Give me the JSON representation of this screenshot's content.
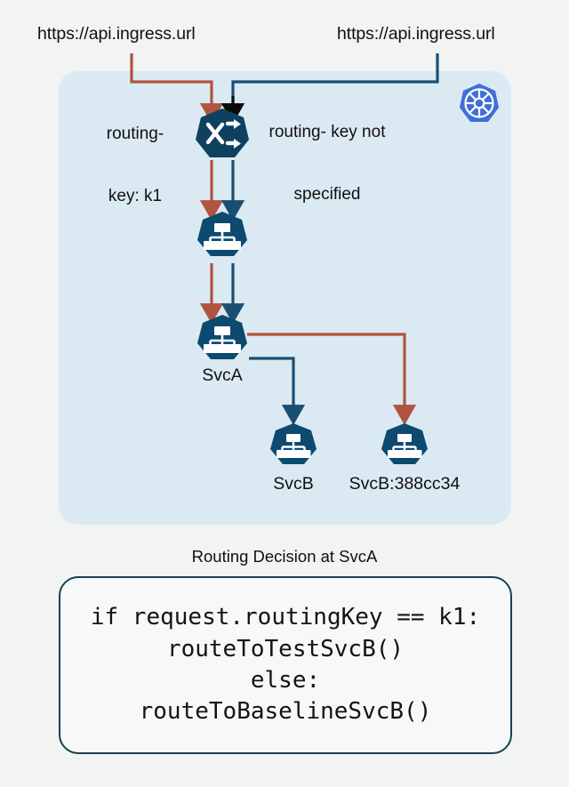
{
  "diagram": {
    "title_section": "Routing Decision at SvcA",
    "colors": {
      "cluster_panel": "#dbe9f2",
      "page_background": "#f2f3f3",
      "node_fill": "#0d4a70",
      "node_fill_dark": "#0e4160",
      "flow_red": "#b0543f",
      "flow_blue": "#1b4f72",
      "flow_black": "#0a0a0a",
      "code_border": "#164251",
      "kubernetes_blue": "#3f6fd8",
      "text": "#101010"
    },
    "ingress_labels": [
      {
        "id": "ingress-left",
        "text": "https://api.ingress.url"
      },
      {
        "id": "ingress-right",
        "text": "https://api.ingress.url"
      }
    ],
    "edge_labels": [
      {
        "id": "routing-key-set",
        "line1": "routing-",
        "line2": "key: k1",
        "color": "#b0543f"
      },
      {
        "id": "routing-key-unset",
        "line1": "routing- key not",
        "line2": "specified",
        "color": "#0a0a0a"
      }
    ],
    "nodes": [
      {
        "id": "gateway",
        "icon": "shuffle-icon",
        "label": ""
      },
      {
        "id": "service-mid-upper",
        "icon": "service-hierarchy-icon",
        "label": ""
      },
      {
        "id": "service-a",
        "icon": "service-hierarchy-icon",
        "label": "SvcA"
      },
      {
        "id": "service-b",
        "icon": "service-hierarchy-icon",
        "label": "SvcB"
      },
      {
        "id": "service-b-canary",
        "icon": "service-hierarchy-icon",
        "label": "SvcB:388cc34"
      }
    ],
    "platform_badge": {
      "icon": "kubernetes-icon",
      "name": "Kubernetes"
    },
    "code": {
      "lines": [
        "if request.routingKey == k1:",
        "routeToTestSvcB()",
        "else:",
        "routeToBaselineSvcB()"
      ]
    }
  }
}
